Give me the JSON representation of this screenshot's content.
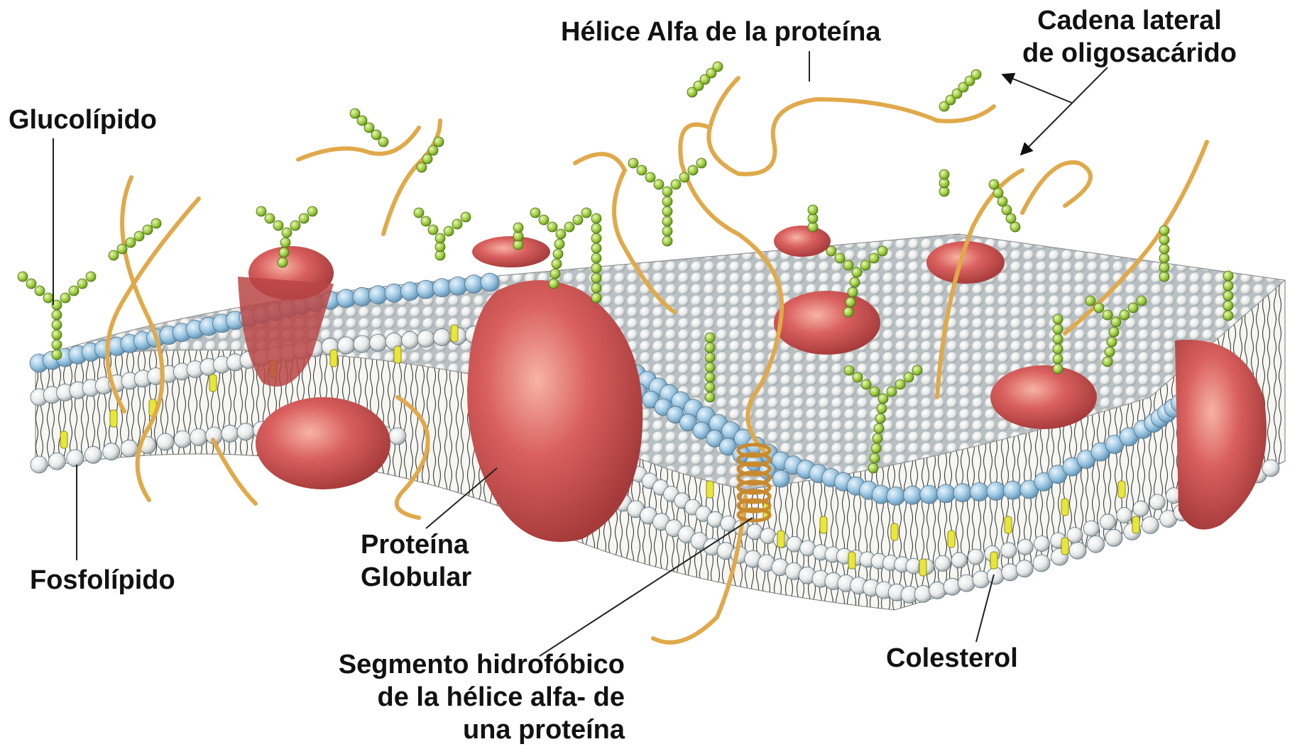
{
  "labels": {
    "helix": "Hélice Alfa de la proteína",
    "oligo": [
      "Cadena lateral",
      "de oligosacárido"
    ],
    "glycolipid": "Glucolípido",
    "phospholipid": "Fosfolípido",
    "globular": [
      "Proteína",
      "Globular"
    ],
    "hydrophobic": [
      "Segmento hidrofóbico",
      "de la hélice alfa- de",
      "una proteína"
    ],
    "cholesterol": "Colesterol"
  },
  "colors": {
    "head_blue": "#9cc7e3",
    "head_white": "#f1f3f3",
    "protein_red": "#d9605e",
    "protein_highlight": "#f7b3a5",
    "fiber_gold": "#e0a94a",
    "sugar_green": "#9ccc3e",
    "cholesterol_yellow": "#e8e63a",
    "leader_line": "#222222"
  }
}
